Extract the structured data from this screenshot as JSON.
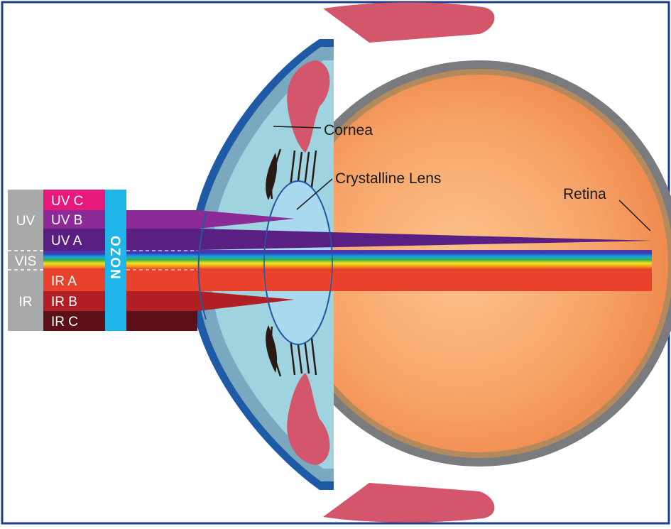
{
  "labels": {
    "cornea": "Cornea",
    "lens": "Crystalline Lens",
    "retina": "Retina",
    "ozone": "OZON"
  },
  "groups": {
    "uv": "UV",
    "vis": "VIS",
    "ir": "IR"
  },
  "bands": [
    "UV C",
    "UV B",
    "UV A",
    "IR A",
    "IR B",
    "IR C"
  ],
  "colors": {
    "uvc": "#e6197d",
    "uvb": "#8c2a96",
    "uva": "#5a1f82",
    "ira": "#e8412c",
    "irb": "#b11f24",
    "irc": "#5c1018",
    "ozone": "#1fb5e8",
    "group_box": "#a8a9ab",
    "frame": "#1d3f8f",
    "eyeball_inner": "#f7a86a",
    "eyeball_edge": "#f0894a",
    "sclera_gray": "#7a7b7e",
    "muscle": "#d4566c",
    "lens": "#a9d9ee",
    "aqueous": "#9fd3df",
    "cornea_rim": "#7aa8bf"
  }
}
